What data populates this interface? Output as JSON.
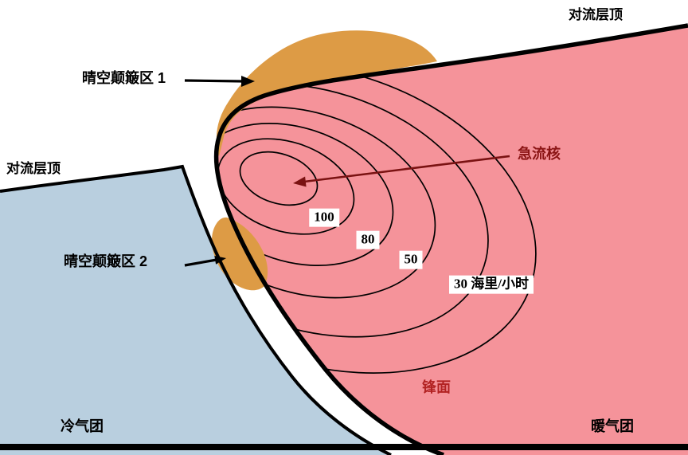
{
  "diagram": {
    "labels": {
      "tropopause_right": "对流层顶",
      "tropopause_left": "对流层顶",
      "cat_zone_1": "晴空颠簸区 1",
      "cat_zone_2": "晴空颠簸区 2",
      "jet_core": "急流核",
      "front": "锋面",
      "cold_air_mass": "冷气团",
      "warm_air_mass": "暖气团"
    },
    "contours": {
      "labels": [
        "100",
        "80",
        "50",
        "30 海里/小时"
      ],
      "unit": "海里/小时",
      "values": [
        100,
        80,
        50,
        30
      ]
    },
    "colors": {
      "warm_air": "#f5939a",
      "cold_air": "#b9cfdf",
      "turbulence": "#dd9b45",
      "contour_line": "#000000",
      "boundary_line": "#000000",
      "jet_core_text": "#8b1414",
      "front_text": "#b22222"
    }
  }
}
